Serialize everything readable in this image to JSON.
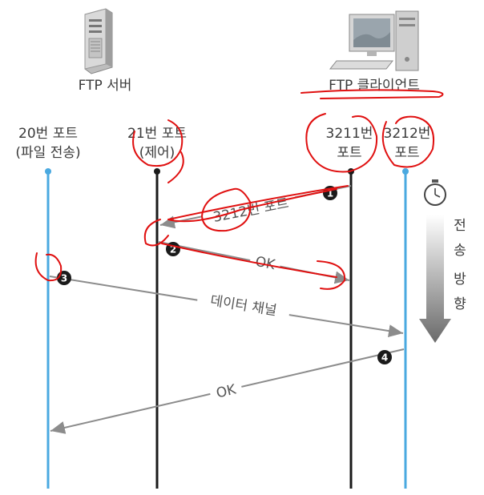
{
  "server": {
    "label": "FTP 서버",
    "icon": "server-tower-icon"
  },
  "client": {
    "label": "FTP 클라이언트",
    "icon": "desktop-computer-icon"
  },
  "ports": {
    "p20": {
      "line1": "20번 포트",
      "line2": "(파일 전송)"
    },
    "p21": {
      "line1": "21번 포트",
      "line2": "(제어)"
    },
    "p3211": {
      "line1": "3211번",
      "line2": "포트"
    },
    "p3212": {
      "line1": "3212번",
      "line2": "포트"
    }
  },
  "messages": {
    "m1": {
      "step": "1",
      "text": "3212번 포트"
    },
    "m2": {
      "step": "2",
      "text": "OK"
    },
    "m3": {
      "step": "3",
      "text": "데이터 채널"
    },
    "m4": {
      "step": "4",
      "text": "OK"
    }
  },
  "direction": {
    "chars": [
      "전",
      "송",
      "방",
      "향"
    ],
    "icon": "stopwatch-icon"
  },
  "colors": {
    "blue_lifeline": "#4aa9e0",
    "black_lifeline": "#1a1a1a",
    "arrow_gray": "#8c8c8c",
    "annotation_red": "#e01010"
  }
}
